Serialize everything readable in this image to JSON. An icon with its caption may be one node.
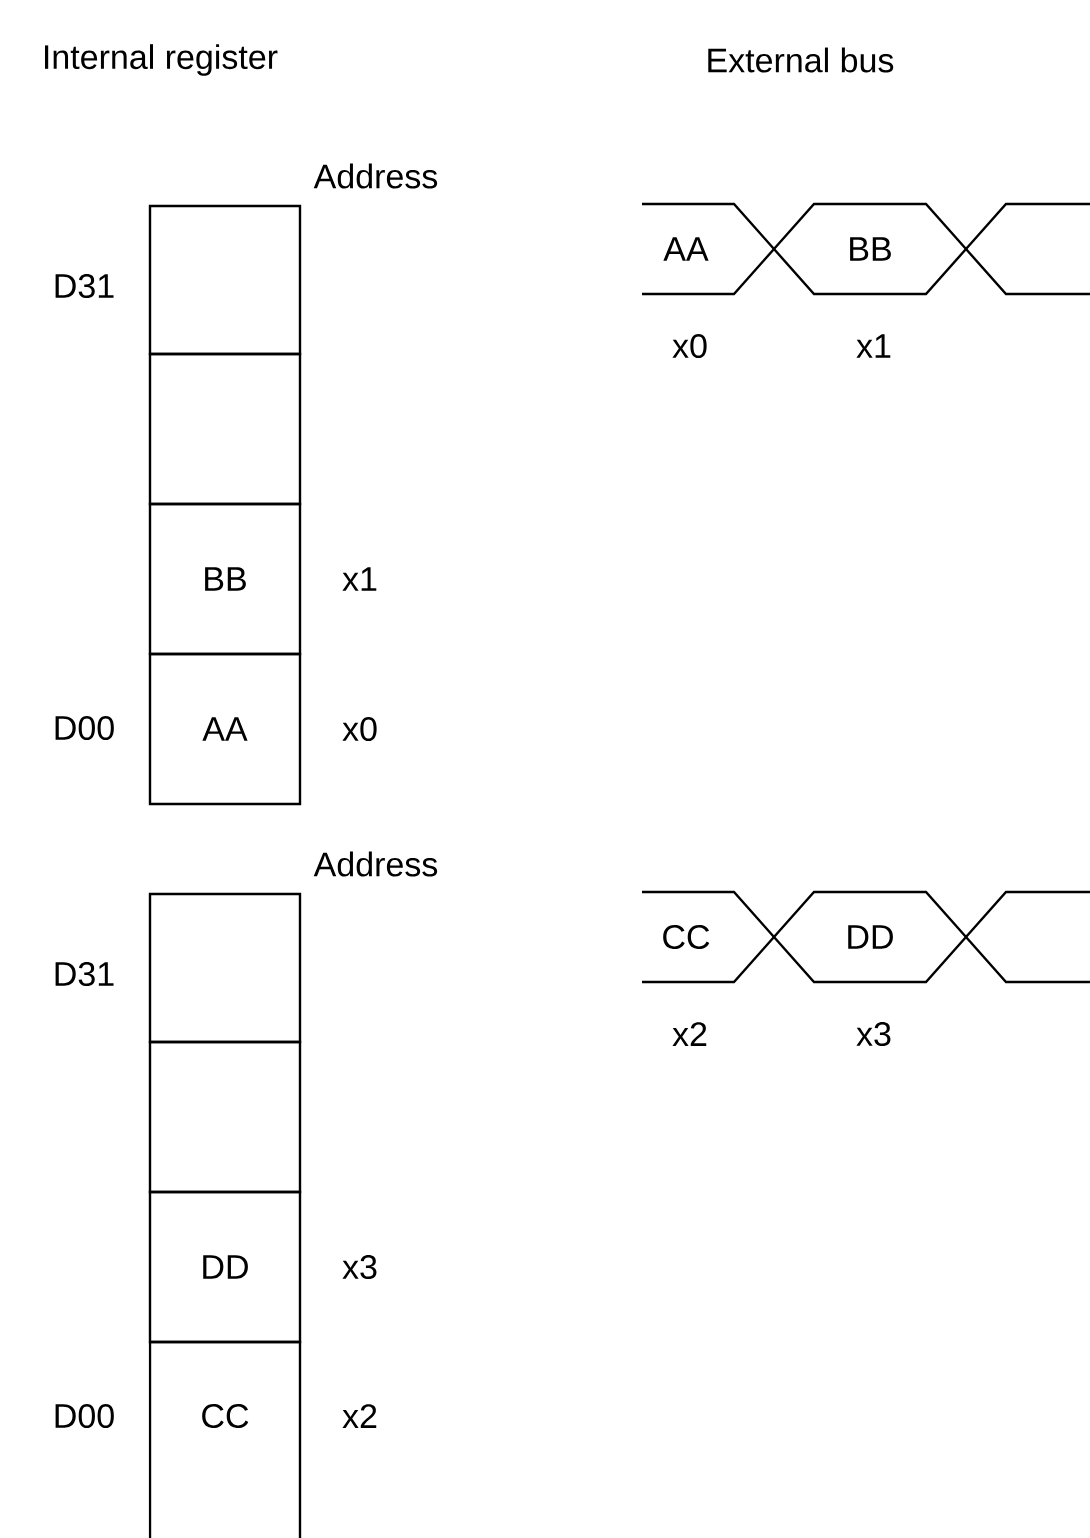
{
  "diagram": {
    "nodes": [
      {
        "text": [],
        "shape": "box"
      },
      {
        "text": [],
        "shape": "box"
      },
      {
        "text": [
          "BB"
        ],
        "beside": [
          "x1"
        ]
      },
      {
        "text": [
          "AA"
        ],
        "beside": [
          "x0"
        ]
      },
      {
        "text": [
          "AA"
        ],
        "beside": [
          "x0"
        ]
      },
      {
        "text": [
          "BB"
        ],
        "beside": [
          "x1"
        ]
      },
      {
        "text": [],
        "shape": "hexagon"
      },
      {
        "text": [],
        "shape": "box"
      },
      {
        "text": [],
        "shape": "box"
      },
      {
        "text": [
          "DD"
        ],
        "beside": [
          "x3"
        ]
      },
      {
        "text": [
          "CC"
        ],
        "beside": [
          "x2"
        ]
      },
      {
        "text": [
          "CC"
        ],
        "beside": [
          "x2"
        ]
      },
      {
        "text": [
          "DD"
        ],
        "beside": [
          "x3"
        ]
      },
      {
        "text": [],
        "shape": "hexagon"
      }
    ],
    "labels": [
      "Internal register",
      "External bus",
      "Address",
      "D31",
      "D00",
      "Address",
      "D31",
      "D00"
    ]
  }
}
